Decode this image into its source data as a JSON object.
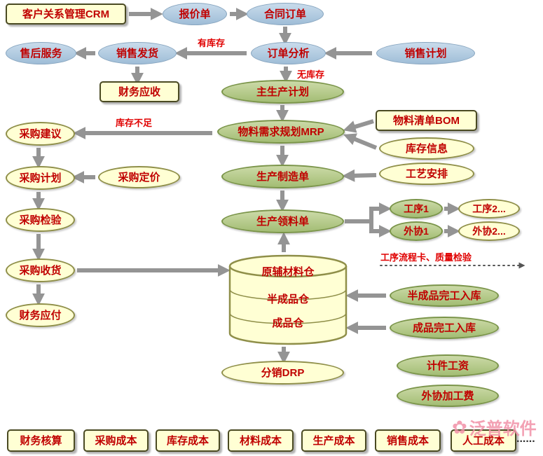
{
  "nodes": {
    "crm": "客户关系管理CRM",
    "quote": "报价单",
    "contract": "合同订单",
    "after_sales": "售后服务",
    "delivery": "销售发货",
    "order_analysis": "订单分析",
    "sales_plan": "销售计划",
    "finance_receivable": "财务应收",
    "mps": "主生产计划",
    "purchase_suggest": "采购建议",
    "mrp": "物料需求规划MRP",
    "bom": "物料清单BOM",
    "inventory_info": "库存信息",
    "purchase_plan": "采购计划",
    "purchase_price": "采购定价",
    "production_order": "生产制造单",
    "process_arrange": "工艺安排",
    "purchase_inspect": "采购检验",
    "requisition": "生产领料单",
    "proc1": "工序1",
    "proc2": "工序2...",
    "outsource1": "外协1",
    "outsource2": "外协2...",
    "purchase_receive": "采购收货",
    "finance_payable": "财务应付",
    "warehouse_raw": "原辅材料仓",
    "warehouse_semi": "半成品仓",
    "warehouse_finished": "成品仓",
    "semi_in": "半成品完工入库",
    "finished_in": "成品完工入库",
    "piece_wage": "计件工资",
    "drp": "分销DRP",
    "outsource_fee": "外协加工费"
  },
  "edge_labels": {
    "has_stock": "有库存",
    "no_stock": "无库存",
    "stock_shortage": "库存不足",
    "process_card": "工序流程卡、质量检验"
  },
  "bottom_row": {
    "items": [
      {
        "label": "财务核算"
      },
      {
        "label": "采购成本"
      },
      {
        "label": "库存成本"
      },
      {
        "label": "材料成本"
      },
      {
        "label": "生产成本"
      },
      {
        "label": "销售成本"
      },
      {
        "label": "人工成本"
      }
    ],
    "ellipsis": "......"
  },
  "watermark": {
    "brand": "泛普软件"
  },
  "colors": {
    "node_text": "#c00000",
    "edge_label_text": "#e00000",
    "ellipse_blue": "#aac4dc",
    "ellipse_green": "#b5cc8e",
    "shape_yellow": "#ffffd4",
    "arrow_gray": "#949494",
    "watermark_pink": "#f191a8"
  }
}
